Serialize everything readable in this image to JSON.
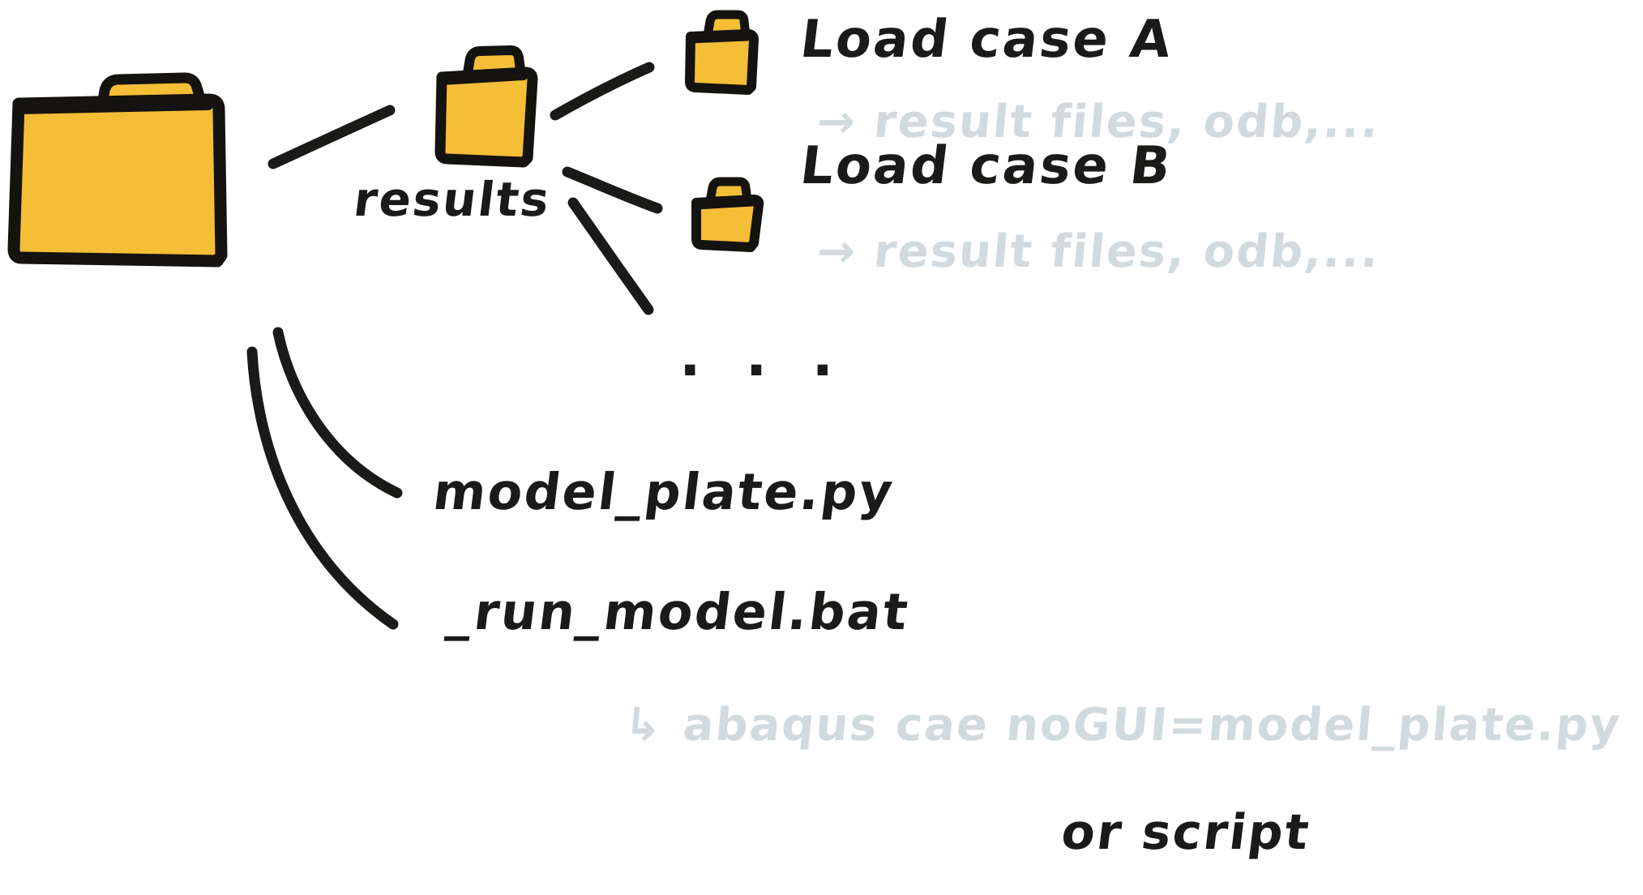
{
  "diagram": {
    "kind": "hand-drawn-folder-tree",
    "colors": {
      "folder_fill": "#f5be37",
      "folder_outline": "#15130f",
      "ink": "#1a1a18",
      "faint_ink": "#d3dade",
      "background": "#ffffff"
    },
    "root": {
      "icon": "folder-icon",
      "label": ""
    },
    "nodes": [
      {
        "id": "results",
        "icon": "folder-icon",
        "label": "results",
        "children": [
          {
            "id": "load-case-a",
            "icon": "folder-icon",
            "label": "Load case  A",
            "note": "→ result files, odb,..."
          },
          {
            "id": "load-case-b",
            "icon": "folder-icon",
            "label": "Load case B",
            "note": "→ result files, odb,..."
          },
          {
            "id": "more",
            "icon": "ellipsis-icon",
            "label": ". . ."
          }
        ]
      },
      {
        "id": "model-plate-py",
        "icon": "file-icon",
        "label": "model_plate.py"
      },
      {
        "id": "run-model-bat",
        "icon": "file-icon",
        "label": "_run_model.bat",
        "note": "abaqus cae noGUI=model_plate.py",
        "annotation": "or script",
        "arrow_glyph": "↳"
      }
    ]
  }
}
